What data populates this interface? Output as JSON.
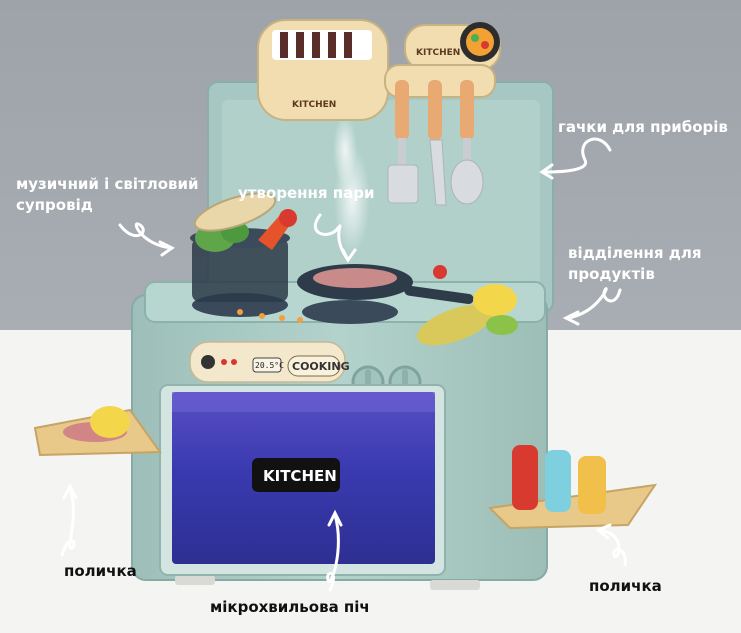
{
  "labels": {
    "utensil_hooks": "гачки для приборів",
    "music_light": "музичний і світловий супровід",
    "steam": "утворення пари",
    "food_compartment": "відділення для продуктів",
    "shelf_left": "поличка",
    "microwave": "мікрохвильова піч",
    "shelf_right": "поличка"
  },
  "toy_text": {
    "door_brand": "KITCHEN",
    "panel_mode": "COOKING",
    "temperature": "20.5°C",
    "sign_brand": "KITCHEN",
    "awning_sign": "KITCHEN"
  },
  "colors": {
    "wall": "#a3a8ae",
    "floor": "#f4f4f2",
    "body_mint": "#a9c9c3",
    "body_dark_mint": "#8fb3ad",
    "oven_glass": "#3f3fae",
    "cream": "#f1ddb0",
    "wood_shelf": "#e8c98a"
  }
}
